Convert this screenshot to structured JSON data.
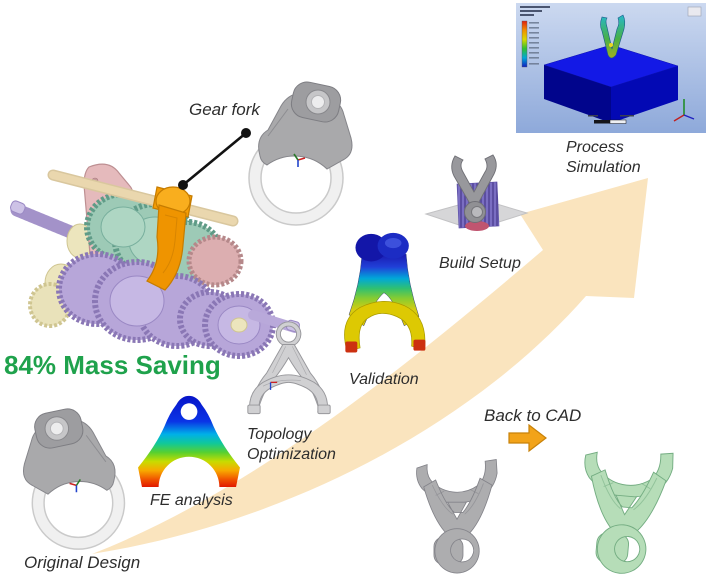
{
  "figure": {
    "title_context": "Additive manufacturing redesign workflow of a gear fork",
    "callout": {
      "label": "Gear fork"
    },
    "highlight": {
      "mass_saving": "84% Mass Saving"
    },
    "steps": {
      "original_design": "Original Design",
      "fe_analysis": "FE analysis",
      "topology_l1": "Topology",
      "topology_l2": "Optimization",
      "validation": "Validation",
      "build_setup": "Build Setup",
      "process_l1": "Process",
      "process_l2": "Simulation",
      "back_to_cad": "Back to CAD"
    },
    "colors": {
      "mass_saving_green": "#1FA24C",
      "flow_arrow_peach": "#FAE4BE",
      "cad_arrow_orange": "#F2A319",
      "gear_fork_orange": "#F59D05",
      "cad_green_model": "#B6DDB8",
      "gray_model": "#ADADAF",
      "sim_plate_blue": "#1319E6"
    },
    "images": {
      "gearbox_assembly": "colored CAD gearbox with orange gear fork",
      "gear_fork_model": "gray CAD gear fork",
      "fe_analysis_model": "rainbow stress plot of fork",
      "topology_model": "gray topology-optimized fork",
      "validation_model": "rainbow stress plot of optimized fork",
      "build_setup_model": "fork with purple supports on build plate",
      "process_simulation_screenshot": "FE software view with blue build plate",
      "cad_gray_model": "gray reconstructed fork",
      "cad_green_model": "green final CAD fork"
    }
  }
}
